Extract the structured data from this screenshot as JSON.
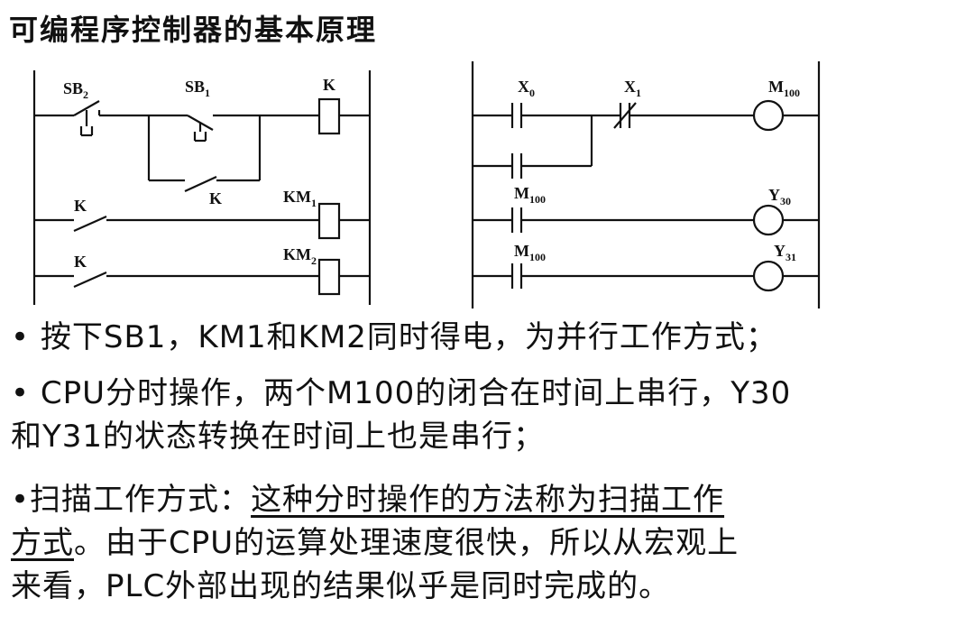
{
  "title": "可编程序控制器的基本原理",
  "left_diagram": {
    "sb2": "SB",
    "sb2_sub": "2",
    "sb1": "SB",
    "sb1_sub": "1",
    "k_coil": "K",
    "k_branch": "K",
    "k_row2": "K",
    "km1": "KM",
    "km1_sub": "1",
    "k_row3": "K",
    "km2": "KM",
    "km2_sub": "2"
  },
  "right_diagram": {
    "x0": "X",
    "x0_sub": "0",
    "x1": "X",
    "x1_sub": "1",
    "m100_coil": "M",
    "m100_coil_sub": "100",
    "m100_contact_a": "M",
    "m100_contact_a_sub": "100",
    "y30": "Y",
    "y30_sub": "30",
    "m100_contact_b": "M",
    "m100_contact_b_sub": "100",
    "y31": "Y",
    "y31_sub": "31"
  },
  "bullets": {
    "b1": "• 按下SB1，KM1和KM2同时得电，为并行工作方式；",
    "b2_line1": "• CPU分时操作，两个M100的闭合在时间上串行，Y30",
    "b2_line2": "和Y31的状态转换在时间上也是串行；",
    "b3_prefix": "•扫描工作方式：",
    "b3_underlined_1": "这种分时操作的方法称为扫描工作",
    "b3_underlined_2": "方式",
    "b3_rest_line2": "。由于CPU的运算处理速度很快，所以从宏观上",
    "b3_line3": "来看，PLC外部出现的结果似乎是同时完成的。"
  }
}
